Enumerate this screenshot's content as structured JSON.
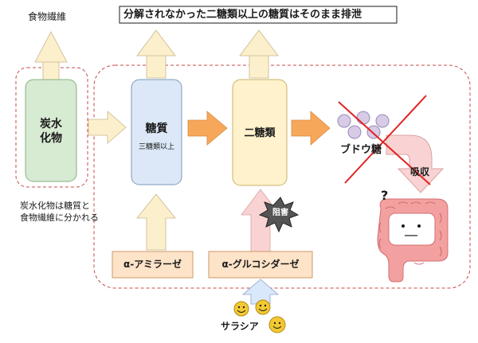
{
  "header": {
    "title": "分解されなかった二糖類以上の糖質はそのまま排泄"
  },
  "labels": {
    "dietary_fiber": "食物繊維",
    "carbohydrate_line1": "炭水",
    "carbohydrate_line2": "化物",
    "carb_split_line1": "炭水化物は糖質と",
    "carb_split_line2": "食物繊維に分かれる",
    "sugar": "糖質",
    "sugar_sub": "三糖類以上",
    "disaccharide": "二糖類",
    "glucose": "ブドウ糖",
    "absorption": "吸収",
    "question": "?",
    "inhibition": "阻害",
    "amylase": "α-アミラーゼ",
    "glucosidase": "α-グルコシダーゼ",
    "salacia": "サラシア"
  },
  "colors": {
    "carb_box": "#d7ead2",
    "sugar_box": "#dce8f7",
    "disaccharide_box": "#fff2cc",
    "pale_arrow": "#fcf0cc",
    "orange_arrow": "#f7a75a",
    "enzyme_box": "#fde3c8",
    "pink_arrow": "#f9d3d3",
    "blue_arrow": "#dae8fc",
    "dashed_border": "#c94a4a",
    "intestine": "#f2a0a0",
    "cross": "#e22222",
    "grape": "#d7cbe6",
    "smiley": "#f2c931"
  },
  "icons": {
    "intestine": "large-intestine-icon",
    "burst": "explosion-burst-icon",
    "smiley": "smiley-face-icon",
    "grapes": "glucose-molecules-icon"
  }
}
